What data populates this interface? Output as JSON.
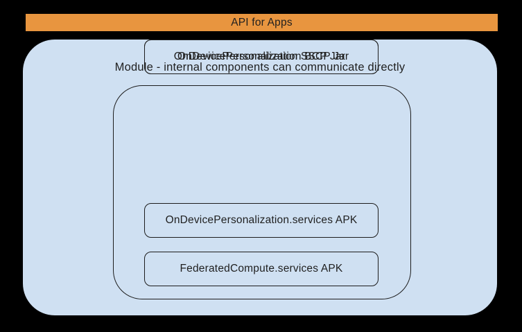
{
  "diagram": {
    "banner": {
      "label": "API for Apps"
    },
    "module": {
      "title": "Module - internal components can communicate directly",
      "components": [
        {
          "label": "OnDevicePersonalization.services APK"
        },
        {
          "label": "FederatedCompute.services APK"
        },
        {
          "label": "OnDevicePersonalization BCP Jar"
        },
        {
          "label": "OnDevicePersonalization SSCP Jar"
        }
      ]
    },
    "colors": {
      "page_background": "#000000",
      "banner_fill": "#E8953F",
      "module_fill": "#CFE0F2",
      "outline": "#1C1C1C",
      "text": "#1F1F1F"
    }
  }
}
